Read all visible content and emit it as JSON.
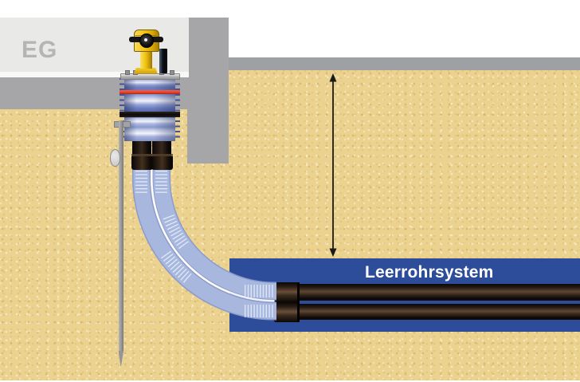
{
  "diagram": {
    "floor_label": "EG",
    "conduit_label": "Leerrohrsystem",
    "description_names": {
      "left_structure": "building with ground-floor service entry",
      "vertical_element": "corrugated riser shaft with service valve",
      "horizontal_element": "underground empty-conduit system with two ducts",
      "annotation": "vertical depth double-arrow"
    },
    "colors": {
      "sand": "#ecd28f",
      "concrete": "#a6a6a9",
      "surface_gray": "#9fa0a3",
      "building_fill": "#e9e9e7",
      "building_label": "#b5b5b3",
      "trench_blue": "#2d4c99",
      "flex_pipe_blue": "#a8b7de",
      "flex_pipe_edge": "#8b9bcd",
      "valve_yellow": "#f2c411",
      "ring_red": "#e8432e",
      "label_white": "#ffffff"
    }
  }
}
